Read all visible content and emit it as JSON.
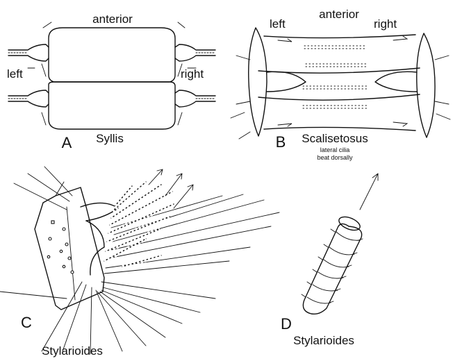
{
  "panels": {
    "A": {
      "letter": "A",
      "name": "Syllis",
      "label_anterior": "anterior",
      "label_left": "left",
      "label_right": "right"
    },
    "B": {
      "letter": "B",
      "name": "Scalisetosus",
      "label_anterior": "anterior",
      "label_left": "left",
      "label_right": "right",
      "note_line1": "lateral cilia",
      "note_line2": "beat dorsally"
    },
    "C": {
      "letter": "C",
      "name": "Stylarioides"
    },
    "D": {
      "letter": "D",
      "name": "Stylarioides"
    }
  }
}
